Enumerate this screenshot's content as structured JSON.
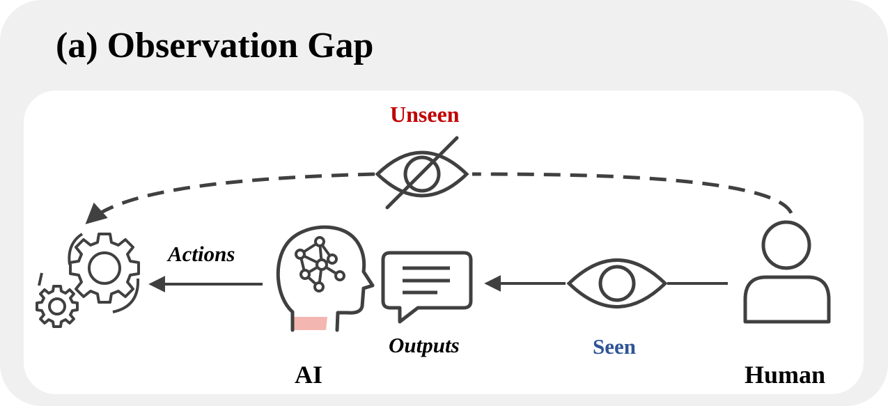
{
  "title": "(a) Observation Gap",
  "labels": {
    "unseen": "Unseen",
    "seen": "Seen",
    "actions": "Actions",
    "outputs": "Outputs",
    "ai": "AI",
    "human": "Human"
  },
  "colors": {
    "unseen": "#c00000",
    "seen": "#2f5597",
    "outer_panel": "#f0f0f0",
    "icon_stroke": "#404040",
    "head_neck": "#f4b6b0"
  },
  "icons": [
    "gears-icon",
    "ai-head-icon",
    "chat-bubble-icon",
    "eye-icon",
    "eye-slash-icon",
    "person-icon"
  ]
}
